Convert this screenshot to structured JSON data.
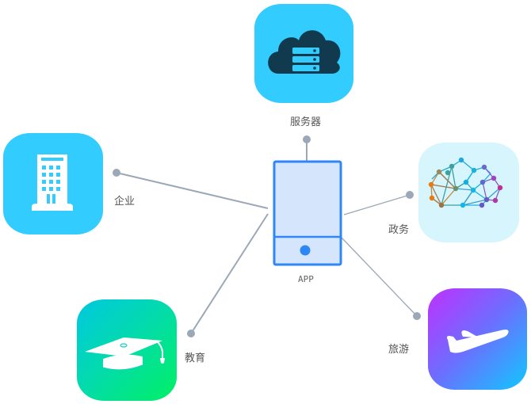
{
  "diagram": {
    "center": {
      "id": "app",
      "label": "APP"
    },
    "nodes": [
      {
        "id": "server",
        "label": "服务器",
        "icon": "cloud-server-icon",
        "tile_color": "#33ccff"
      },
      {
        "id": "enterprise",
        "label": "企业",
        "icon": "office-building-icon",
        "tile_color": "#33ccff"
      },
      {
        "id": "government",
        "label": "政务",
        "icon": "network-brain-icon",
        "tile_color": "#d6f5fd"
      },
      {
        "id": "education",
        "label": "教育",
        "icon": "graduation-cap-icon",
        "tile_gradient": [
          "#00c8e0",
          "#00f064"
        ]
      },
      {
        "id": "travel",
        "label": "旅游",
        "icon": "airplane-icon",
        "tile_gradient": [
          "#c030ff",
          "#10c8ff"
        ]
      }
    ],
    "colors": {
      "connector": "#9aa8b8",
      "app_border": "#2f86f6",
      "app_fill": "#d5e6fc"
    }
  }
}
